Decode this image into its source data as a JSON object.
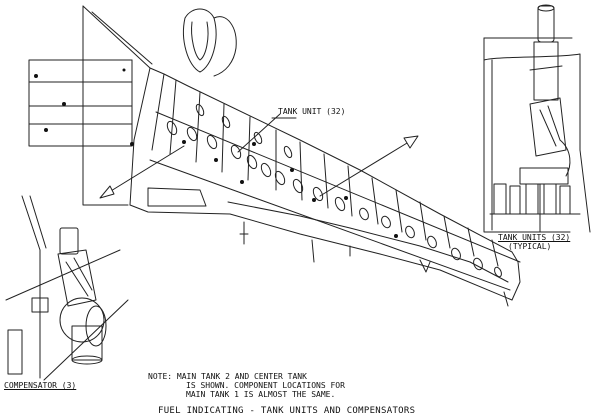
{
  "labels": {
    "tank_unit": "TANK UNIT (32)",
    "tank_units": "TANK UNITS (32)",
    "typical": "(TYPICAL)",
    "compensator": "COMPENSATOR (3)"
  },
  "note": {
    "line1": "NOTE: MAIN TANK 2 AND CENTER TANK",
    "line2": "IS SHOWN. COMPONENT LOCATIONS FOR",
    "line3": "MAIN TANK 1 IS ALMOST THE SAME."
  },
  "title": "FUEL INDICATING - TANK UNITS AND COMPENSATORS"
}
